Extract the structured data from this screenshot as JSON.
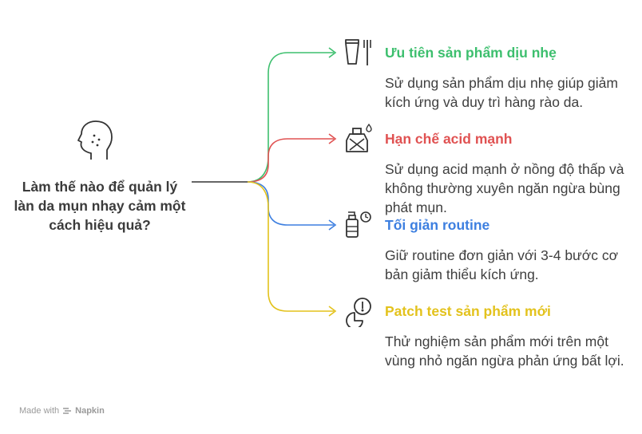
{
  "question": "Làm thế nào để quản lý làn da mụn nhạy cảm một cách hiệu quả?",
  "items": [
    {
      "title": "Ưu tiên sản phẩm dịu nhẹ",
      "description": "Sử dụng sản phẩm dịu nhẹ giúp giảm kích ứng và duy trì hàng rào da.",
      "color": "#3dbf6e",
      "icon": "tube-and-toothbrush-icon"
    },
    {
      "title": "Hạn chế acid mạnh",
      "description": "Sử dụng acid mạnh ở nồng độ thấp và không thường xuyên ngăn ngừa bùng phát mụn.",
      "color": "#e05252",
      "icon": "crossed-bottle-icon"
    },
    {
      "title": "Tối giản routine",
      "description": "Giữ routine đơn giản với 3-4 bước cơ bản giảm thiểu kích ứng.",
      "color": "#3d7fe0",
      "icon": "pump-bottle-timer-icon"
    },
    {
      "title": "Patch test sản phẩm mới",
      "description": "Thử nghiệm sản phẩm mới trên một vùng nhỏ ngăn ngừa phản ứng bất lợi.",
      "color": "#e3c21c",
      "icon": "thermometer-pie-icon"
    }
  ],
  "footer": {
    "made_with": "Made with",
    "brand": "Napkin"
  }
}
